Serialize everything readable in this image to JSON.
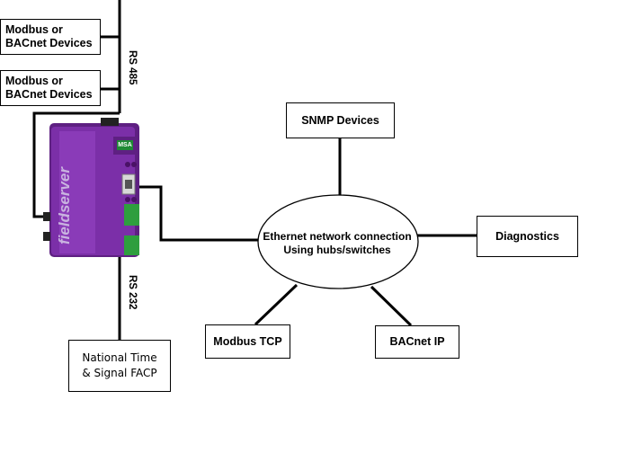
{
  "nodes": {
    "modbus_bacnet_1": [
      "Modbus or",
      "BACnet Devices"
    ],
    "modbus_bacnet_2": [
      "Modbus or",
      "BACnet Devices"
    ],
    "snmp": "SNMP Devices",
    "diagnostics": "Diagnostics",
    "modbus_tcp": "Modbus TCP",
    "bacnet_ip": "BACnet IP",
    "facp": [
      "National Time",
      "& Signal FACP"
    ],
    "ethernet": [
      "Ethernet network connection",
      "Using hubs/switches"
    ]
  },
  "labels": {
    "rs485": "RS 485",
    "rs232": "RS 232"
  },
  "device": {
    "brand": "fieldserver",
    "logo": "MSA"
  },
  "colors": {
    "device": "#7b2fa8",
    "terminal": "#2e9e3e"
  }
}
